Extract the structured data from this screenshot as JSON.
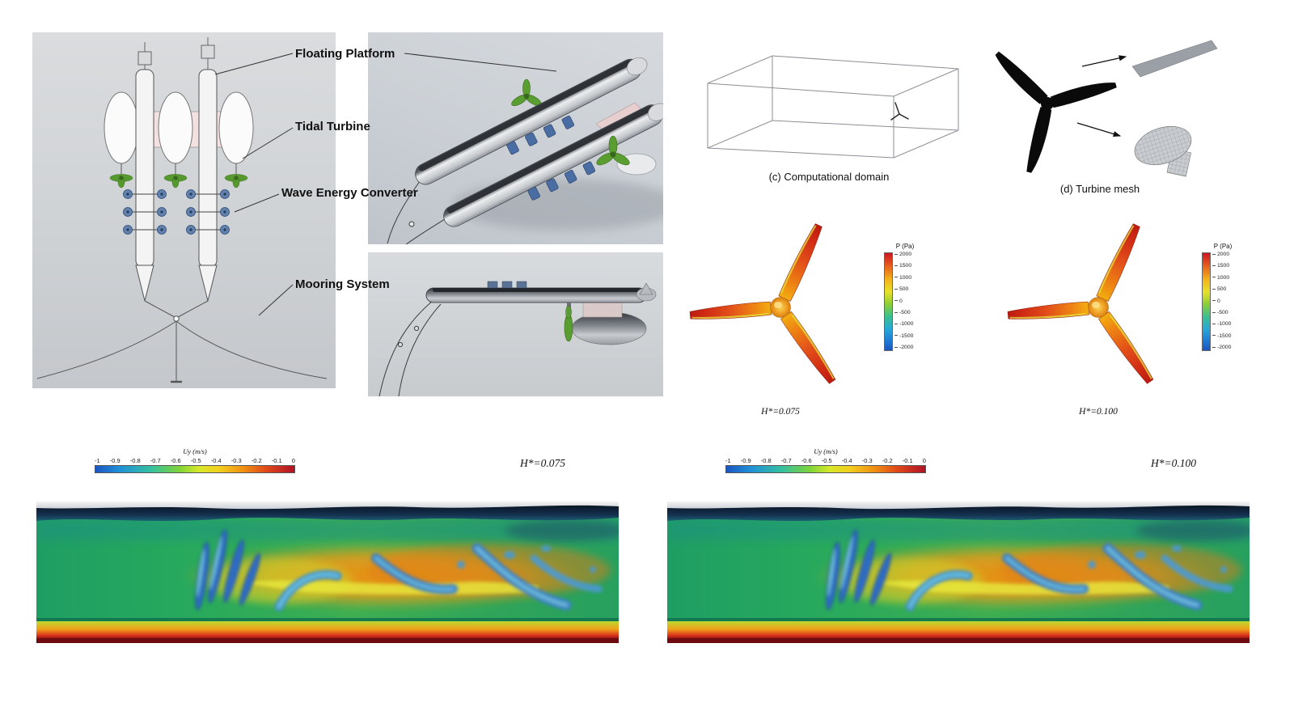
{
  "schematic": {
    "labels": [
      "Floating Platform",
      "Tidal Turbine",
      "Wave Energy Converter",
      "Mooring System"
    ]
  },
  "domain_fig": {
    "caption": "(c) Computational domain"
  },
  "mesh_fig": {
    "caption": "(d) Turbine mesh"
  },
  "pressure": {
    "colorbar_title": "P (Pa)",
    "ticks": [
      "2000",
      "1500",
      "1000",
      "500",
      "0",
      "-500",
      "-1000",
      "-1500",
      "-2000"
    ],
    "cases": [
      {
        "caption": "H*=0.075"
      },
      {
        "caption": "H*=0.100"
      }
    ]
  },
  "wake": {
    "colorbar_title": "Uy (m/s)",
    "ticks": [
      "-1",
      "-0.9",
      "-0.8",
      "-0.7",
      "-0.6",
      "-0.5",
      "-0.4",
      "-0.3",
      "-0.2",
      "-0.1",
      "0"
    ],
    "cases": [
      {
        "caption": "H*=0.075"
      },
      {
        "caption": "H*=0.100"
      }
    ]
  },
  "colors": {
    "turbine_green": "#5a9e32",
    "wec_blue": "#4a6da3",
    "beam_pink": "#f3e0e0",
    "pressure_max": "#cb1523",
    "pressure_min": "#1b55c0",
    "velocity_min_blue": "#1b55c0",
    "velocity_max_red": "#b01225"
  }
}
